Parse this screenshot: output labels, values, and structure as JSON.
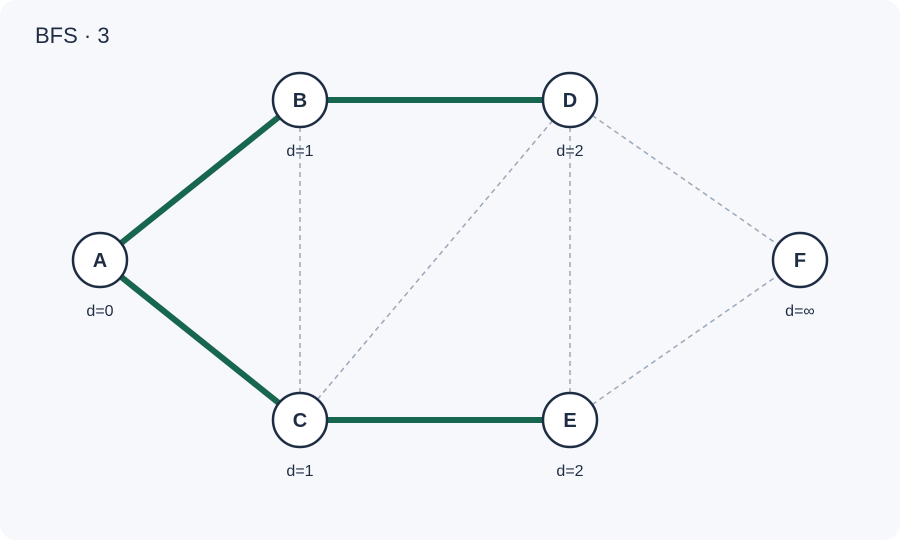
{
  "title": "BFS · 3",
  "colors": {
    "background": "#f6f8fc",
    "tree_edge": "#17664f",
    "non_tree_edge": "#9aa8ba",
    "node_stroke": "#1f2d44",
    "text": "#1f2d44"
  },
  "nodes": [
    {
      "id": "A",
      "label": "A",
      "dist": "d=0"
    },
    {
      "id": "B",
      "label": "B",
      "dist": "d=1"
    },
    {
      "id": "C",
      "label": "C",
      "dist": "d=1"
    },
    {
      "id": "D",
      "label": "D",
      "dist": "d=2"
    },
    {
      "id": "E",
      "label": "E",
      "dist": "d=2"
    },
    {
      "id": "F",
      "label": "F",
      "dist": "d=∞"
    }
  ],
  "edges": [
    {
      "from": "A",
      "to": "B",
      "tree": true
    },
    {
      "from": "A",
      "to": "C",
      "tree": true
    },
    {
      "from": "B",
      "to": "D",
      "tree": true
    },
    {
      "from": "C",
      "to": "E",
      "tree": true
    },
    {
      "from": "B",
      "to": "C",
      "tree": false
    },
    {
      "from": "C",
      "to": "D",
      "tree": false
    },
    {
      "from": "D",
      "to": "E",
      "tree": false
    },
    {
      "from": "D",
      "to": "F",
      "tree": false
    },
    {
      "from": "E",
      "to": "F",
      "tree": false
    }
  ]
}
